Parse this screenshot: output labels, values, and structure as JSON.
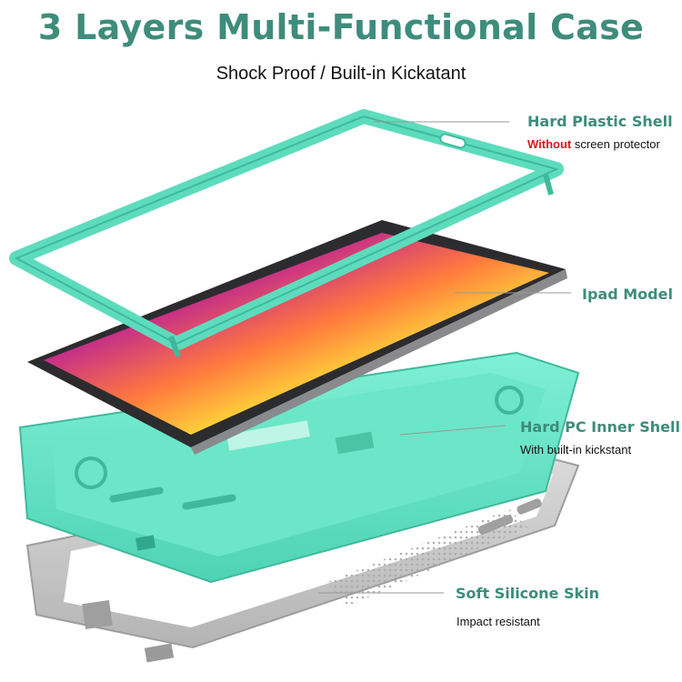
{
  "header": {
    "title": "3 Layers Multi-Functional Case",
    "subtitle": "Shock Proof / Built-in Kickatant"
  },
  "callouts": [
    {
      "heading": "Hard Plastic Shell",
      "warning": "Without",
      "detail": "screen protector"
    },
    {
      "heading": "Ipad Model"
    },
    {
      "heading": "Hard PC Inner Shell",
      "detail": "With built-in kickstant"
    },
    {
      "heading": "Soft Silicone Skin",
      "detail": "Impact resistant"
    }
  ],
  "colors": {
    "accent_teal": "#3e8c7c",
    "case_mint": "#63e3c6",
    "skin_gray": "#c9c9c9",
    "warning_red": "#d11b1b"
  }
}
